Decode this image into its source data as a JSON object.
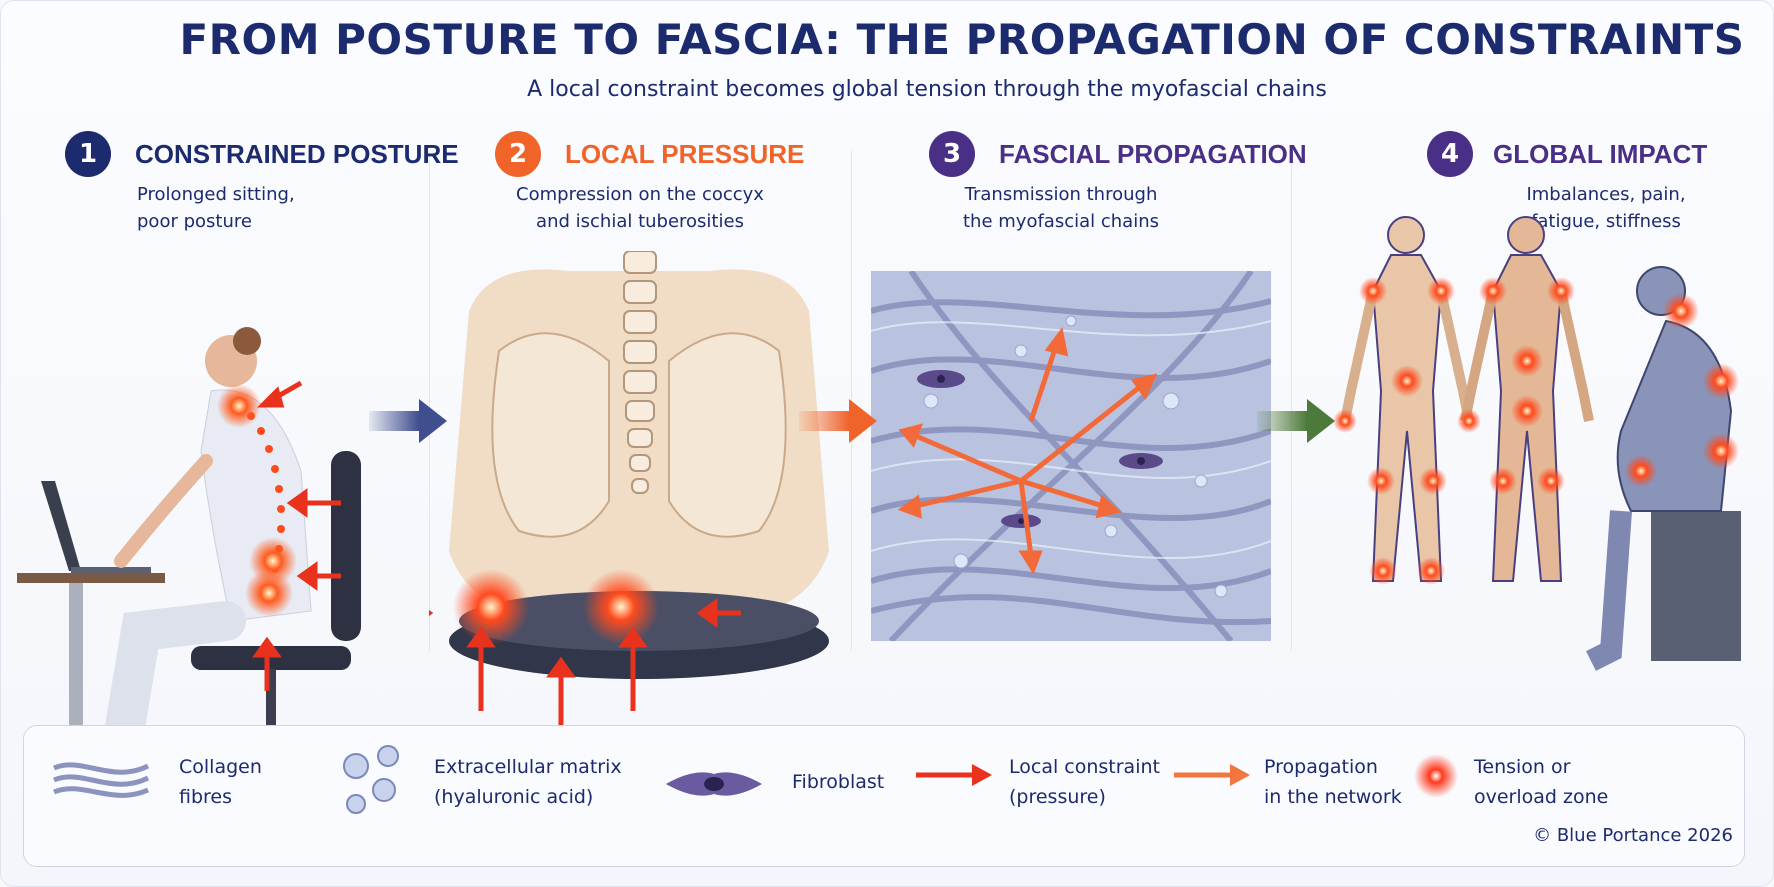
{
  "title": "FROM POSTURE TO FASCIA: THE PROPAGATION OF CONSTRAINTS",
  "subtitle": "A local constraint becomes global tension through the myofascial chains",
  "steps": [
    {
      "number": "1",
      "name": "CONSTRAINED POSTURE",
      "line1": "Prolonged sitting,",
      "line2": "poor posture",
      "color": "#1c2a6e"
    },
    {
      "number": "2",
      "name": "LOCAL PRESSURE",
      "line1": "Compression on the coccyx",
      "line2": "and ischial tuberosities",
      "color": "#f0642a"
    },
    {
      "number": "3",
      "name": "FASCIAL PROPAGATION",
      "line1": "Transmission through",
      "line2": "the myofascial chains",
      "color": "#4a2f86"
    },
    {
      "number": "4",
      "name": "GLOBAL IMPACT",
      "line1": "Imbalances, pain,",
      "line2": "fatigue, stiffness",
      "color": "#4a2f86"
    }
  ],
  "legend": [
    {
      "icon": "collagen-fibres-icon",
      "line1": "Collagen",
      "line2": "fibres"
    },
    {
      "icon": "extracellular-matrix-icon",
      "line1": "Extracellular matrix",
      "line2": "(hyaluronic acid)"
    },
    {
      "icon": "fibroblast-icon",
      "line1": "Fibroblast",
      "line2": ""
    },
    {
      "icon": "red-arrow-icon",
      "line1": "Local constraint",
      "line2": "(pressure)"
    },
    {
      "icon": "orange-arrow-icon",
      "line1": "Propagation",
      "line2": "in the network"
    },
    {
      "icon": "tension-zone-icon",
      "line1": "Tension or",
      "line2": "overload zone"
    }
  ],
  "copyright": "© Blue Portance 2026",
  "colors": {
    "navy": "#1c2a6e",
    "orange": "#f0642a",
    "purple": "#4a2f86",
    "red": "#e8321e",
    "green": "#4d7a3a"
  }
}
